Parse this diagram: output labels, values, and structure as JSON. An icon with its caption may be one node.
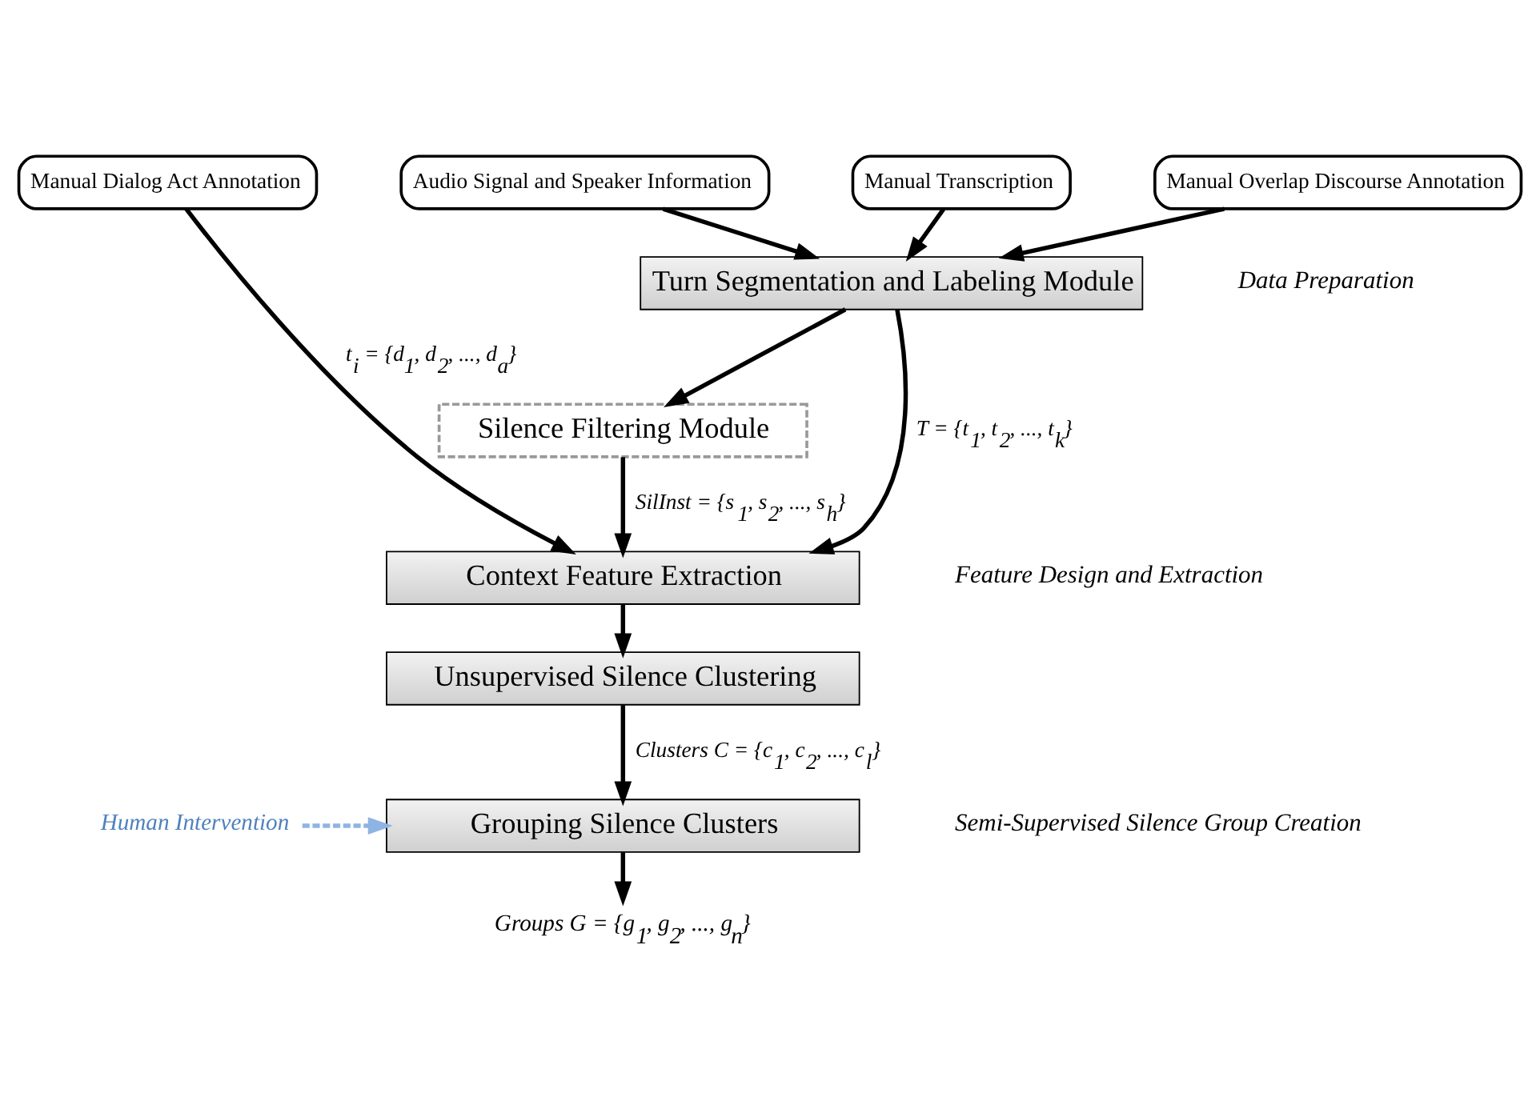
{
  "diagram": {
    "nodes": [
      {
        "text": [
          "Manual Dialog Act Annotation"
        ]
      },
      {
        "text": [
          "Audio Signal and Speaker Information"
        ]
      },
      {
        "text": [
          "Manual Transcription"
        ]
      },
      {
        "text": [
          "Manual Overlap Discourse Annotation"
        ]
      },
      {
        "text": [
          "Turn Segmentation and Labeling Module"
        ]
      },
      {
        "text": [
          "Silence Filtering Module"
        ]
      },
      {
        "text": [
          "Context Feature Extraction"
        ]
      },
      {
        "text": [
          "Unsupervised Silence Clustering"
        ]
      },
      {
        "text": [
          "Grouping Silence Clusters"
        ]
      },
      {
        "text": [
          "Human Intervention"
        ]
      },
      {
        "text": [
          "Groups G = {g$_{1}$, g$_{2}$, ..., g$_{n}$}"
        ]
      }
    ],
    "edges": [
      {
        "from": 0,
        "to": 6,
        "arrow": "to",
        "label": "t$_{i}$ = {d$_{1}$, d$_{2}$, ..., d$_{a}$}"
      },
      {
        "from": 1,
        "to": 4,
        "arrow": "to"
      },
      {
        "from": 2,
        "to": 4,
        "arrow": "to"
      },
      {
        "from": 3,
        "to": 4,
        "arrow": "to"
      },
      {
        "from": 4,
        "to": 6,
        "arrow": "to",
        "label": "T = {t$_{1}$, t$_{2}$, ..., t$_{k}$}"
      },
      {
        "from": 4,
        "to": 5,
        "arrow": "to"
      },
      {
        "from": 5,
        "to": 6,
        "arrow": "to",
        "label": "SilInst = {s$_{1}$, s$_{2}$, ..., s$_{h}$}"
      },
      {
        "from": 6,
        "to": 7,
        "arrow": "to"
      },
      {
        "from": 7,
        "to": 8,
        "arrow": "to",
        "label": "Clusters C = {c$_{1}$, c$_{2}$, ..., c$_{l}$}"
      },
      {
        "from": 9,
        "to": 8,
        "arrow": "to",
        "style": "dashed",
        "color": "#8fb4e3"
      },
      {
        "from": 8,
        "to": 10,
        "arrow": "to"
      }
    ],
    "labels": [
      "Data Preparation",
      "Feature Design and Extraction",
      "Semi-Supervised Silence Group Creation"
    ]
  }
}
